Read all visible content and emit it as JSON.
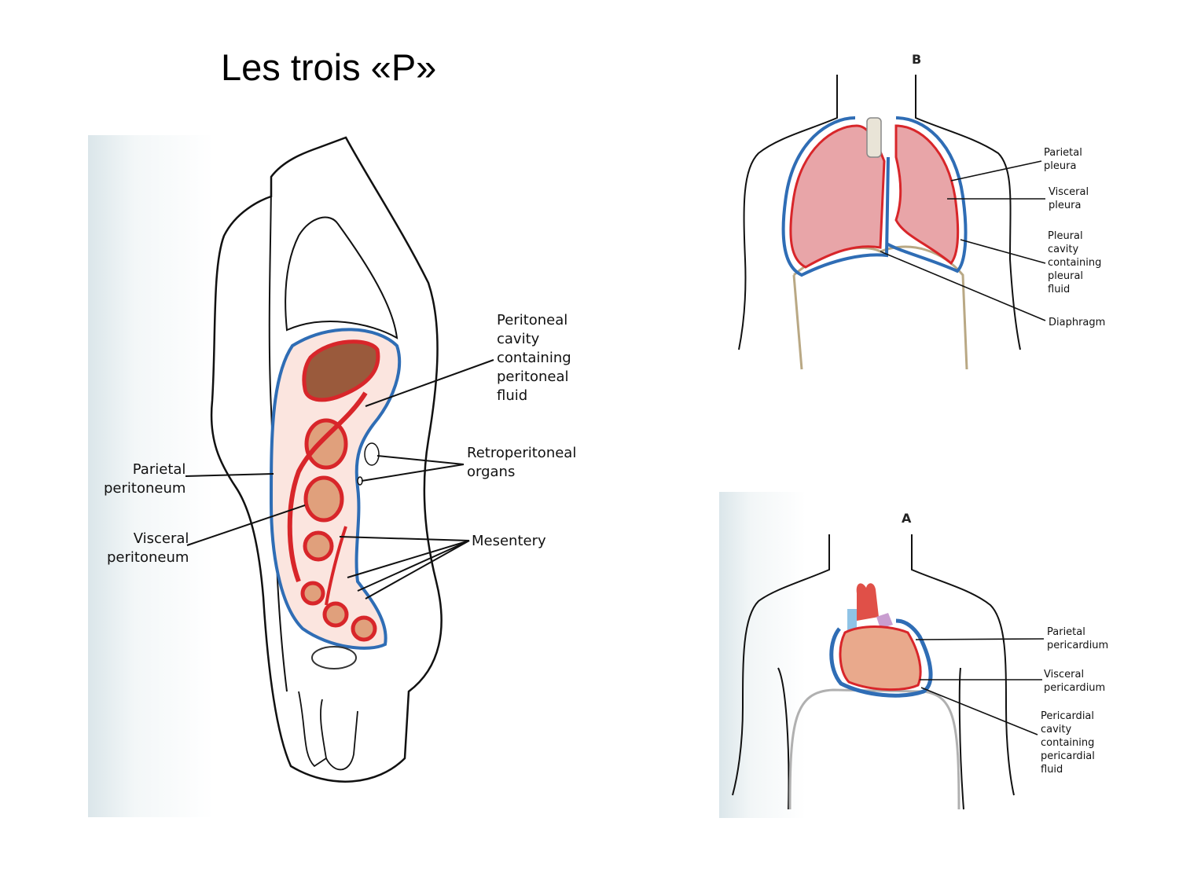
{
  "slide": {
    "title": "Les trois «P»"
  },
  "colors": {
    "parietal_membrane": "#2f6db5",
    "visceral_membrane": "#d8262a",
    "organ_fill": "#e9a98c",
    "lung_fill": "#e8a5a8",
    "liver_fill": "#9a5a3c",
    "outline": "#111111",
    "scan_tint": "#e3ecef"
  },
  "peritoneum_panel": {
    "labels": {
      "peritoneal_cavity": "Peritoneal\ncavity\ncontaining\nperitoneal\nfluid",
      "retroperitoneal": "Retroperitoneal\norgans",
      "parietal": "Parietal\nperitoneum",
      "visceral": "Visceral\nperitoneum",
      "mesentery": "Mesentery"
    }
  },
  "pleura_panel": {
    "letter": "B",
    "labels": {
      "parietal": "Parietal\npleura",
      "visceral": "Visceral\npleura",
      "cavity": "Pleural\ncavity\ncontaining\npleural\nfluid",
      "diaphragm": "Diaphragm"
    }
  },
  "pericardium_panel": {
    "letter": "A",
    "labels": {
      "parietal": "Parietal\npericardium",
      "visceral": "Visceral\npericardium",
      "cavity": "Pericardial\ncavity\ncontaining\npericardial\nfluid"
    }
  }
}
